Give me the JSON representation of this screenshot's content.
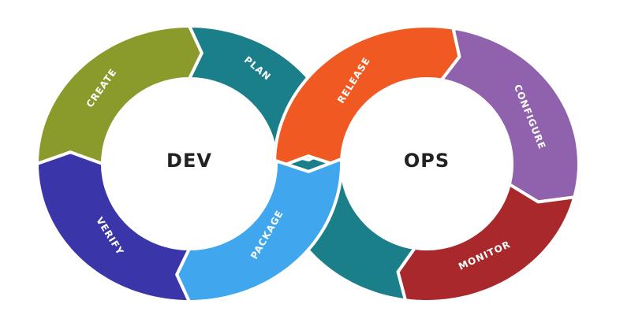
{
  "diagram": {
    "centers": {
      "left": "DEV",
      "right": "OPS"
    },
    "segments": [
      {
        "id": "ops-teal",
        "label": "",
        "color": "#1b7f8a"
      },
      {
        "id": "plan",
        "label": "PLAN",
        "color": "#1b7f8a"
      },
      {
        "id": "create",
        "label": "CREATE",
        "color": "#8a9b2b"
      },
      {
        "id": "verify",
        "label": "VERIFY",
        "color": "#3a35a9"
      },
      {
        "id": "release",
        "label": "RELEASE",
        "color": "#f05a22"
      },
      {
        "id": "configure",
        "label": "CONFIGURE",
        "color": "#9062ae"
      },
      {
        "id": "monitor",
        "label": "MONITOR",
        "color": "#a8282c"
      },
      {
        "id": "package",
        "label": "PACKAGE",
        "color": "#40a7ee"
      }
    ]
  }
}
